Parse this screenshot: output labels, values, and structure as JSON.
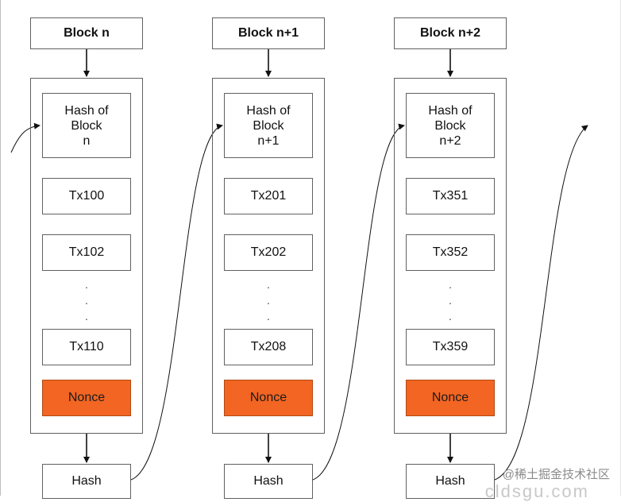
{
  "blocks": [
    {
      "title": "Block n",
      "hash_of": "Hash of\nBlock\nn",
      "txs": [
        "Tx100",
        "Tx102",
        "Tx110"
      ],
      "dots": ".\n.\n.",
      "nonce": "Nonce",
      "hash": "Hash"
    },
    {
      "title": "Block n+1",
      "hash_of": "Hash of\nBlock\nn+1",
      "txs": [
        "Tx201",
        "Tx202",
        "Tx208"
      ],
      "dots": ".\n.\n.",
      "nonce": "Nonce",
      "hash": "Hash"
    },
    {
      "title": "Block n+2",
      "hash_of": "Hash of\nBlock\nn+2",
      "txs": [
        "Tx351",
        "Tx352",
        "Tx359"
      ],
      "dots": ".\n.\n.",
      "nonce": "Nonce",
      "hash": "Hash"
    }
  ],
  "watermark": "@稀土掘金技术社区",
  "watermark_faint": "cldsgu.com",
  "colors": {
    "nonce": "#f26522",
    "border": "#616161"
  }
}
